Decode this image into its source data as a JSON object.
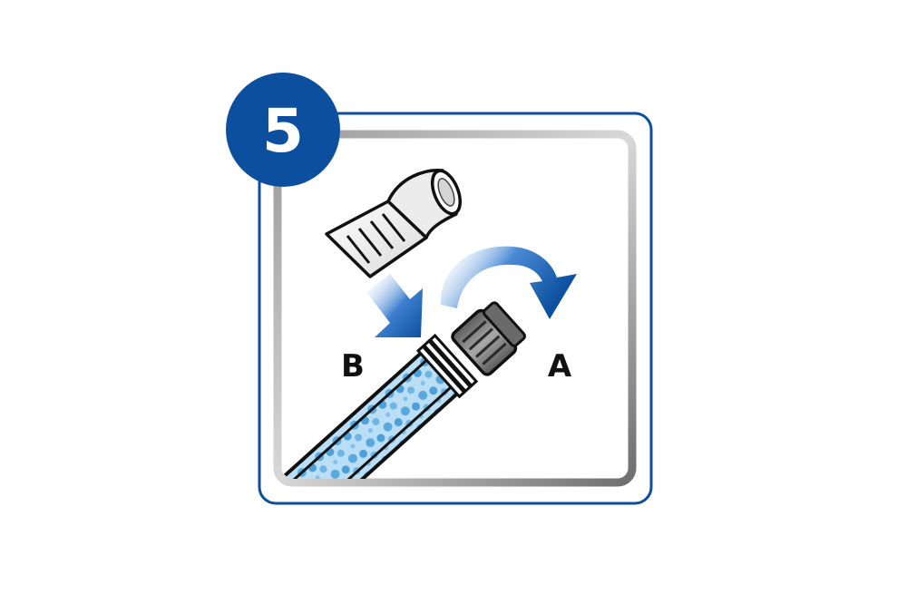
{
  "step": {
    "number": "5"
  },
  "labels": {
    "left": "B",
    "right": "A"
  },
  "colors": {
    "accent_blue": "#0b4f9e",
    "frame_gray": "#8a8a8a",
    "cap_gray": "#777777",
    "filter_blue": "#8ec7ec"
  },
  "icons": [
    "elbow-adapter-icon",
    "down-right-arrow-icon",
    "curved-arrow-icon",
    "filter-cartridge-icon",
    "threaded-cap-icon"
  ]
}
